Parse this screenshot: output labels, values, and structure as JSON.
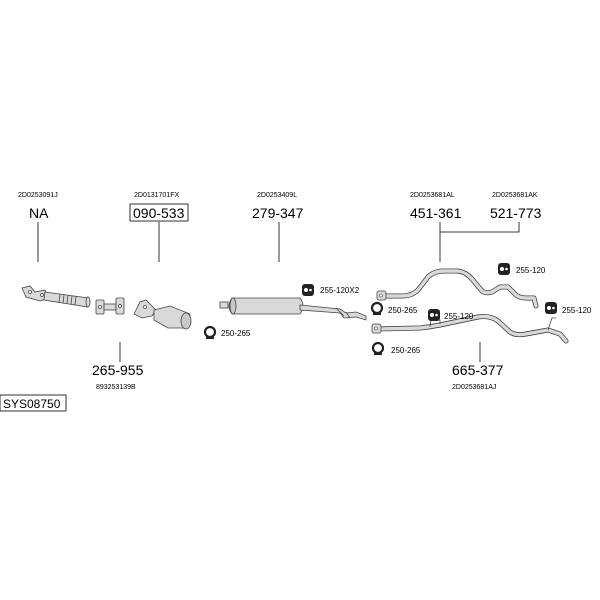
{
  "system_code": "SYS08750",
  "parts": {
    "p1": {
      "ref": "2D0253091J",
      "number": "NA"
    },
    "p2": {
      "ref": "2D0131701FX",
      "number": "090-533"
    },
    "p3": {
      "ref": "2D0253409L",
      "number": "279-347"
    },
    "p4": {
      "ref": "2D0253681AL",
      "number": "451-361"
    },
    "p5": {
      "ref": "2D0253681AK",
      "number": "521-773"
    },
    "p6": {
      "ref": "893253139B",
      "number": "265-955"
    },
    "p7": {
      "ref": "2D0253681AJ",
      "number": "665-377"
    }
  },
  "clamps": {
    "c1": "255-120X2",
    "c2": "250-265",
    "c3": "255-120",
    "c4": "250-265",
    "c5": "255-120",
    "c6": "255-120",
    "c7": "250-265"
  },
  "colors": {
    "line": "#000000",
    "pipe_fill": "#d9d9d9",
    "pipe_stroke": "#444444"
  }
}
